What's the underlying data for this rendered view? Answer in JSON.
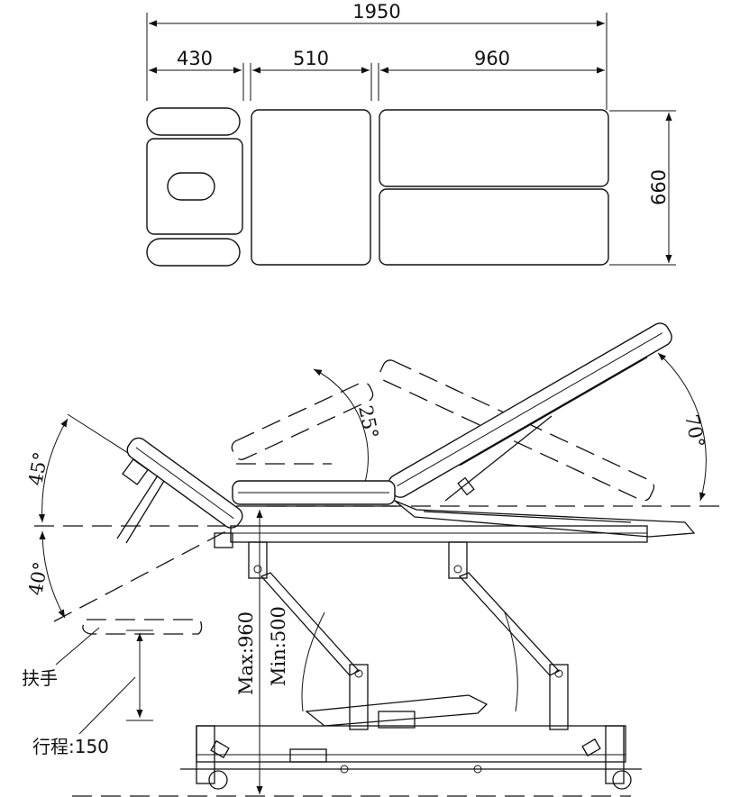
{
  "top_view": {
    "total_length": "1950",
    "head_length": "430",
    "seat_length": "510",
    "leg_length": "960",
    "width": "660"
  },
  "side_view": {
    "backrest_angle": "70°",
    "seat_angle": "25°",
    "head_up_angle": "45°",
    "head_down_angle": "40°",
    "height_max": "Max:960",
    "height_min": "Min:500",
    "armrest_label": "扶手",
    "armrest_travel": "行程:150"
  }
}
